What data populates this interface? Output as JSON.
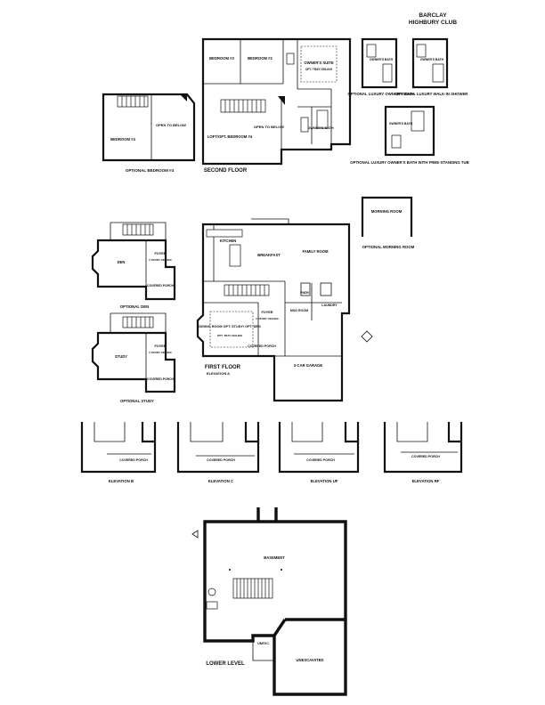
{
  "header": {
    "model": "BARCLAY",
    "community": "HIGHBURY CLUB"
  },
  "second_floor": {
    "caption": "SECOND FLOOR",
    "rooms": {
      "bedroom3": "BEDROOM #3",
      "bedroom2": "BEDROOM #2",
      "owners_suite": "OWNER'S SUITE",
      "owners_suite_note": "OPT. TRAY CEILING",
      "loft": "LOFT/OPT. BEDROOM #4",
      "open_below": "OPEN TO BELOW",
      "owners_bath": "OWNER'S BATH"
    }
  },
  "optional_bedroom4": {
    "caption": "OPTIONAL BEDROOM #4",
    "room": "BEDROOM #4",
    "open_below": "OPEN TO BELOW"
  },
  "optional_baths": [
    {
      "caption": "OPTIONAL LUXURY OWNER'S BATH",
      "room": "OWNER'S BATH"
    },
    {
      "caption": "OPTIONAL LUXURY WALK-IN SHOWER",
      "room": "OWNER'S BATH"
    },
    {
      "caption": "OPTIONAL LUXURY OWNER'S BATH WITH FREE-STANDING TUB",
      "room": "OWNER'S BATH"
    }
  ],
  "first_floor": {
    "caption": "FIRST FLOOR",
    "subcaption": "ELEVATION A",
    "rooms": {
      "kitchen": "KITCHEN",
      "breakfast": "BREAKFAST",
      "family_room": "FAMILY ROOM",
      "dining": "DINING ROOM OPT. STUDY/ OPT. DEN",
      "dining_note": "OPT. TRAY CEILING",
      "foyer": "FOYER",
      "foyer_note": "2 STORY CEILING",
      "covered_porch": "COVERED PORCH",
      "garage": "2-CAR GARAGE",
      "mud_room": "MUD ROOM",
      "laundry": "LAUNDRY",
      "pwdr": "PWDR"
    }
  },
  "optional_morning_room": {
    "caption": "OPTIONAL MORNING ROOM",
    "room": "MORNING ROOM"
  },
  "optional_den": {
    "caption": "OPTIONAL DEN",
    "room": "DEN",
    "foyer": "FOYER",
    "foyer_note": "2 STORY CEILING",
    "porch": "COVERED PORCH"
  },
  "optional_study": {
    "caption": "OPTIONAL STUDY",
    "room": "STUDY",
    "foyer": "FOYER",
    "foyer_note": "2 STORY CEILING",
    "porch": "COVERED PORCH"
  },
  "elevations": [
    {
      "caption": "ELEVATION B",
      "porch": "COVERED PORCH"
    },
    {
      "caption": "ELEVATION C",
      "porch": "COVERED PORCH"
    },
    {
      "caption": "ELEVATION UF",
      "porch": "COVERED PORCH"
    },
    {
      "caption": "ELEVATION RF",
      "porch": "COVERED PORCH"
    }
  ],
  "lower_level": {
    "caption": "LOWER LEVEL",
    "rooms": {
      "basement": "BASEMENT",
      "unexcavated": "UNEXCAVATED",
      "unexc": "UNEXC."
    }
  }
}
